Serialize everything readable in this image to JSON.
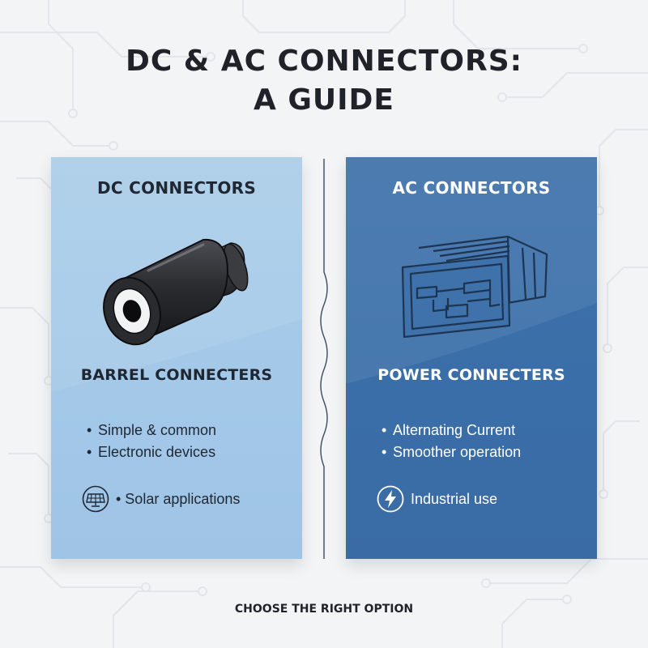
{
  "title": {
    "line1": "DC & AC CONNECTORS:",
    "line2": "A GUIDE"
  },
  "dc_card": {
    "heading": "DC CONNECTORS",
    "subheading": "BARREL CONNECTERS",
    "features": [
      "Simple & common",
      "Electronic devices"
    ],
    "extra": {
      "icon": "solar-panel-icon",
      "label": "• Solar applications"
    }
  },
  "ac_card": {
    "heading": "AC CONNECTORS",
    "subheading": "POWER CONNECTERS",
    "features": [
      "Alternating Current",
      "Smoother operation"
    ],
    "extra": {
      "icon": "lightning-bolt-icon",
      "label": "Industrial use"
    }
  },
  "footer": "CHOOSE THE RIGHT OPTION",
  "colors": {
    "dc_card": "#a3c8e8",
    "ac_card": "#3a6ea8",
    "title_text": "#1f2228",
    "background": "#f3f4f6"
  }
}
